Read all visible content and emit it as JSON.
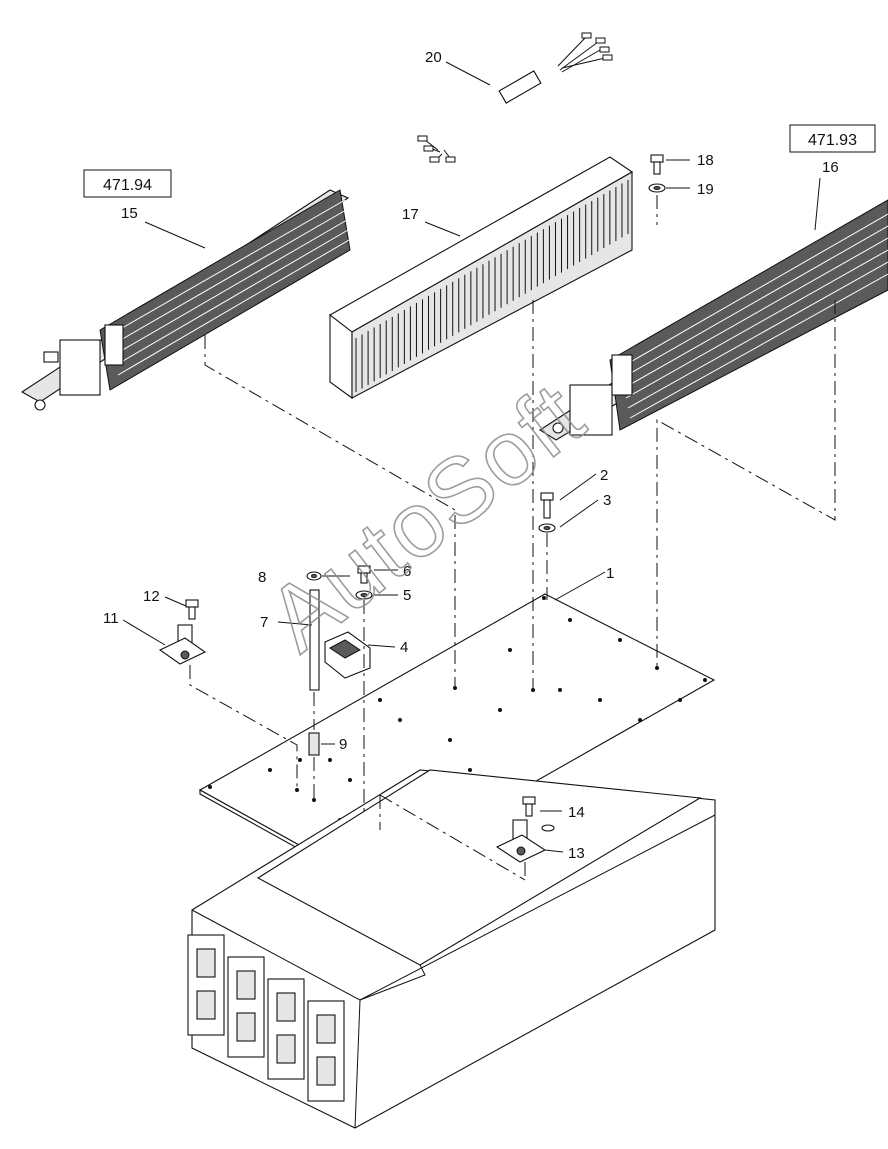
{
  "diagram": {
    "reference_boxes": [
      {
        "id": "ref-left",
        "text": "471.94"
      },
      {
        "id": "ref-right",
        "text": "471.93"
      }
    ],
    "callouts": [
      {
        "id": "c1",
        "text": "1"
      },
      {
        "id": "c2",
        "text": "2"
      },
      {
        "id": "c3",
        "text": "3"
      },
      {
        "id": "c4",
        "text": "4"
      },
      {
        "id": "c5",
        "text": "5"
      },
      {
        "id": "c6",
        "text": "6"
      },
      {
        "id": "c7",
        "text": "7"
      },
      {
        "id": "c8",
        "text": "8"
      },
      {
        "id": "c9",
        "text": "9"
      },
      {
        "id": "c11",
        "text": "11"
      },
      {
        "id": "c12",
        "text": "12"
      },
      {
        "id": "c13",
        "text": "13"
      },
      {
        "id": "c14",
        "text": "14"
      },
      {
        "id": "c15",
        "text": "15"
      },
      {
        "id": "c16",
        "text": "16"
      },
      {
        "id": "c17",
        "text": "17"
      },
      {
        "id": "c18",
        "text": "18"
      },
      {
        "id": "c19",
        "text": "19"
      },
      {
        "id": "c20",
        "text": "20"
      }
    ],
    "watermark": "AutoSoft"
  }
}
